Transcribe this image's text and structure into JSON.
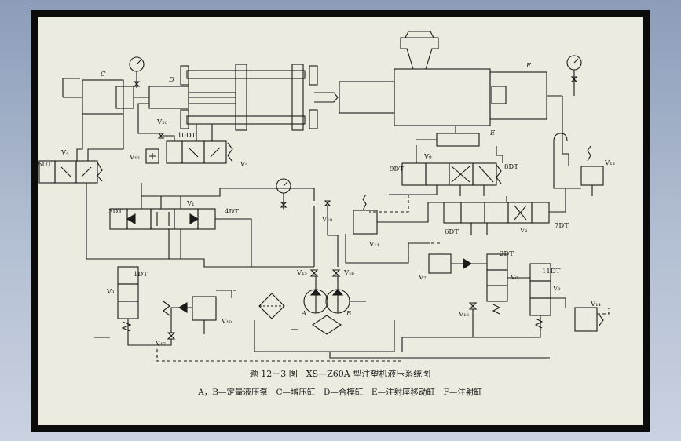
{
  "labels": {
    "C": "C",
    "D": "D",
    "E": "E",
    "F": "F",
    "A": "A",
    "B": "B",
    "V4": "V₄",
    "V20": "V₂₀",
    "V12": "V₁₂",
    "10DT": "10DT",
    "V5": "V₅",
    "5DT": "5DT",
    "V9": "V₉",
    "9DT": "9DT",
    "8DT": "8DT",
    "V13": "V₁₃",
    "V1": "V₁",
    "3DT": "3DT",
    "4DT": "4DT",
    "V19": "V₁₉",
    "V11": "V₁₁",
    "6DT": "6DT",
    "V2": "V₂",
    "7DT": "7DT",
    "2DT": "2DT",
    "V7": "V₇",
    "V6": "V₆",
    "11DT": "11DT",
    "V8": "V₈",
    "V15": "V₁₅",
    "V16": "V₁₆",
    "V18": "V₁₈",
    "V14": "V₁₄",
    "1DT": "1DT",
    "V3": "V₃",
    "V10": "V₁₀",
    "V17": "V₁₇"
  },
  "caption": {
    "line1": "题 12－3 图　XS—Z60A 型注塑机液压系统图",
    "line2": "A，B—定量液压泵　C—增压缸　D—合模缸　E—注射座移动缸　F—注射缸"
  },
  "colors": {
    "ink": "#1a1a1a",
    "paper": "#ecebdf",
    "frame": "#0b0b0b"
  }
}
